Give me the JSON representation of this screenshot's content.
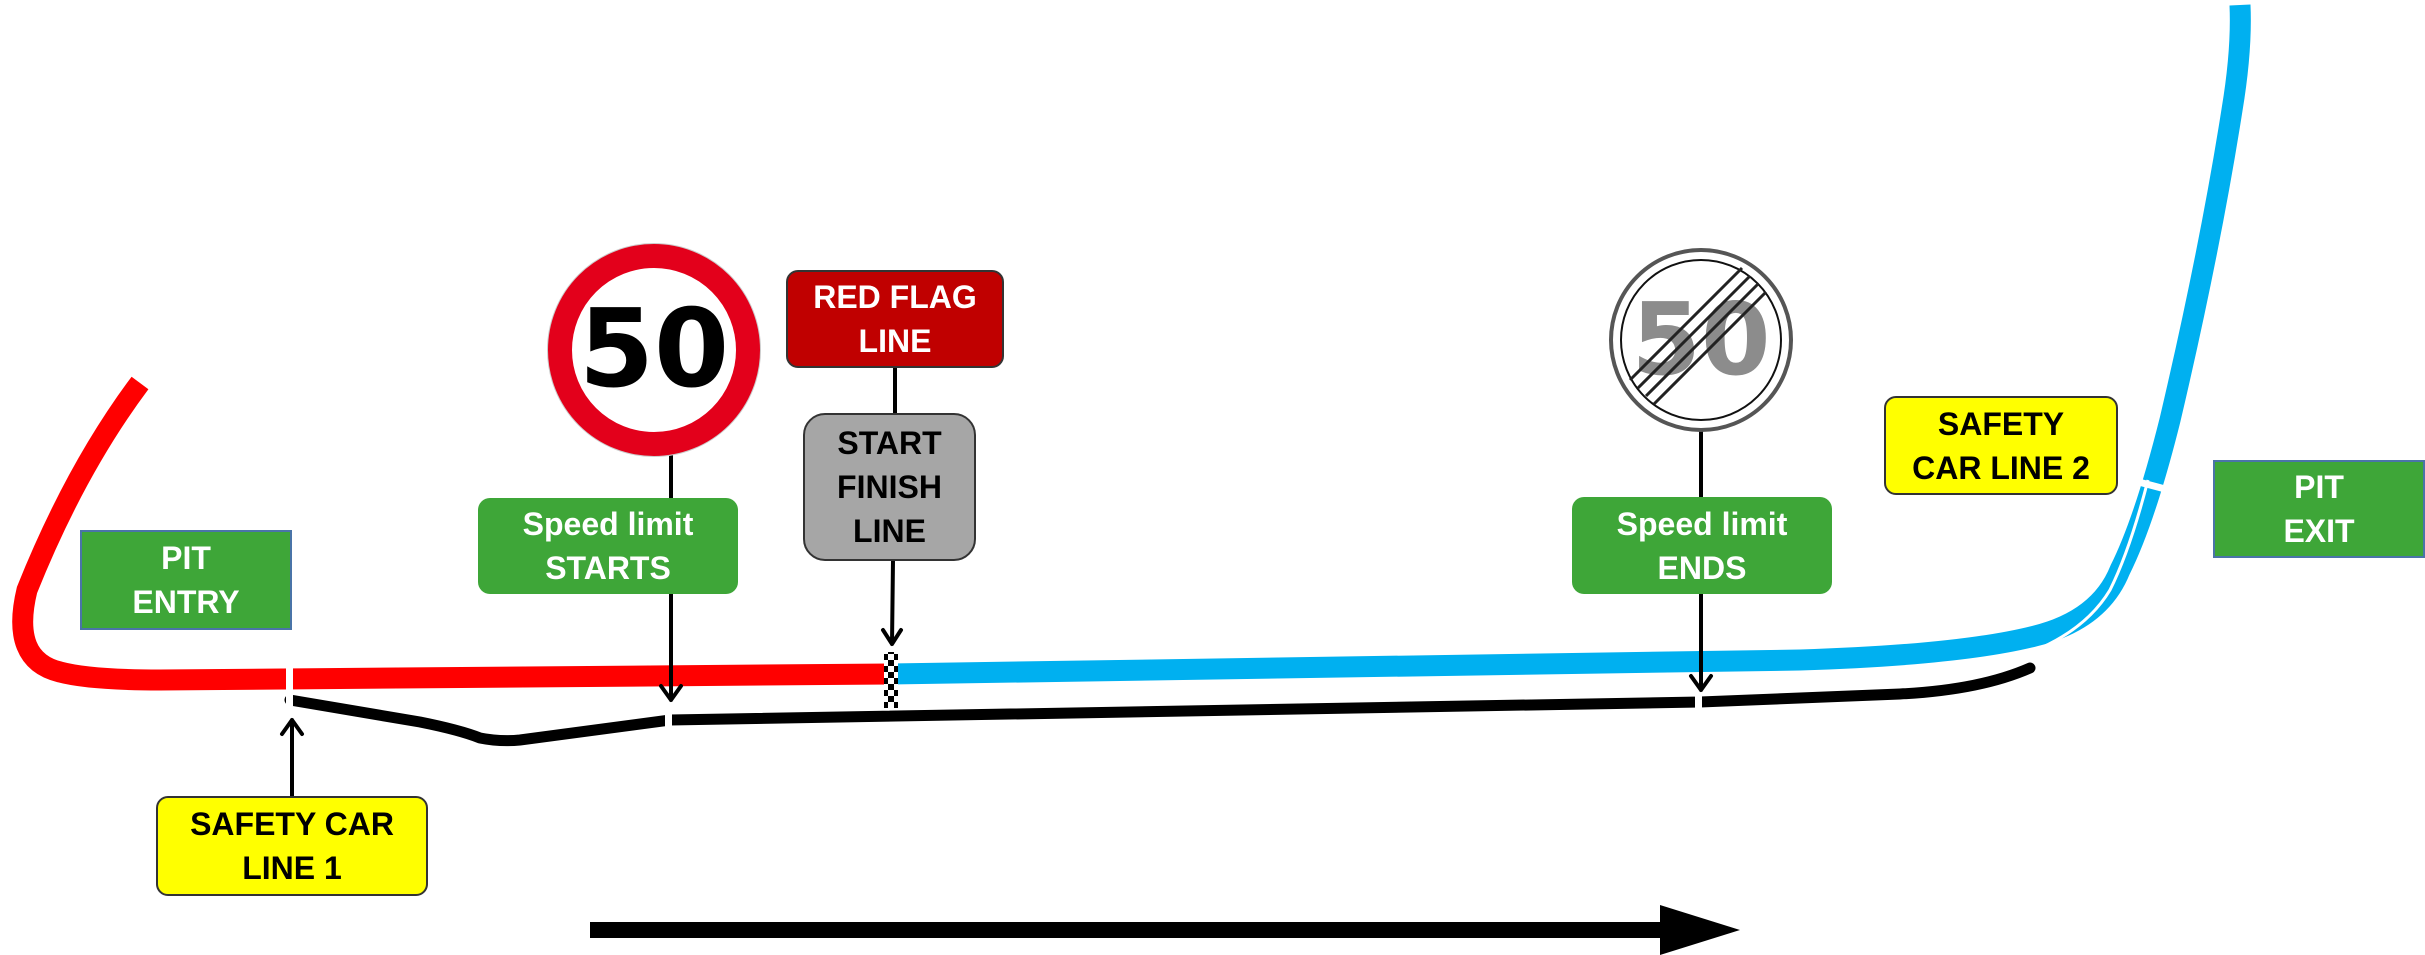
{
  "colors": {
    "pit_lane": "#ff0000",
    "pit_exit_lane": "#00b0f0",
    "track": "#000000",
    "label_green": "#3ea638",
    "label_yellow": "#ffff00",
    "label_red": "#c00000",
    "label_grey": "#a6a6a6"
  },
  "labels": {
    "pit_entry": [
      "PIT",
      "ENTRY"
    ],
    "pit_exit": [
      "PIT",
      "EXIT"
    ],
    "speed_limit_starts": [
      "Speed limit",
      "STARTS"
    ],
    "speed_limit_ends": [
      "Speed limit",
      "ENDS"
    ],
    "red_flag_line": [
      "RED FLAG",
      "LINE"
    ],
    "start_finish_line": [
      "START",
      "FINISH",
      "LINE"
    ],
    "safety_car_line_1": [
      "SAFETY CAR",
      "LINE 1"
    ],
    "safety_car_line_2": [
      "SAFETY",
      "CAR LINE 2"
    ]
  },
  "signs": {
    "speed_limit_value": "50",
    "end_speed_limit_value": "50"
  },
  "icons": {
    "speed_limit_sign": "speed-limit-sign-icon",
    "end_speed_limit_sign": "end-speed-limit-sign-icon",
    "checkered_line": "checkered-flag-icon",
    "direction_arrow": "arrow-right-icon"
  }
}
